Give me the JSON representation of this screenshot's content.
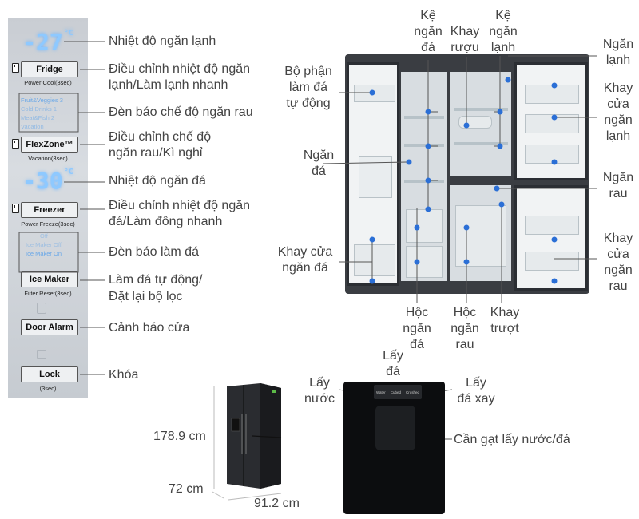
{
  "panel": {
    "fridge_temp": "-27",
    "freezer_temp": "-30",
    "deg_symbol": "°C",
    "fridge_button": "Fridge",
    "fridge_sub": "Power Cool(3sec)",
    "veg_modes": [
      "Fruit&Veggies 3",
      "Cold Drinks 1",
      "Meat&Fish 2",
      "Vacation"
    ],
    "flexzone_button": "FlexZone™",
    "flexzone_sub": "Vacation(3sec)",
    "freezer_button": "Freezer",
    "freezer_sub": "Power Freeze(3sec)",
    "ice_modes": [
      "Off",
      "Ice Maker Off",
      "Ice Maker On"
    ],
    "icemaker_button": "Ice Maker",
    "icemaker_sub": "Filter Reset(3sec)",
    "dooralarm_button": "Door Alarm",
    "lock_button": "Lock",
    "lock_sub": "(3sec)"
  },
  "panel_labels": {
    "fridge_temp": "Nhiệt độ ngăn lạnh",
    "fridge_adjust_1": "Điều chỉnh nhiệt độ ngăn",
    "fridge_adjust_2": "lạnh/Làm lạnh nhanh",
    "veg_light": "Đèn báo chế độ ngăn rau",
    "veg_adjust_1": "Điều chỉnh chế độ",
    "veg_adjust_2": "ngăn rau/Kì nghỉ",
    "freezer_temp": "Nhiệt độ ngăn đá",
    "freezer_adjust_1": "Điều chỉnh nhiệt độ ngăn",
    "freezer_adjust_2": "đá/Làm đông nhanh",
    "ice_light": "Đèn báo làm đá",
    "ice_auto_1": "Làm đá tự động/",
    "ice_auto_2": "Đặt lại bộ lọc",
    "door_alarm": "Cảnh báo cửa",
    "lock": "Khóa"
  },
  "fridge_labels": {
    "icemaker_1": "Bộ phận",
    "icemaker_2": "làm đá",
    "icemaker_3": "tự động",
    "freezer_shelf_1": "Kệ",
    "freezer_shelf_2": "ngăn",
    "freezer_shelf_3": "đá",
    "wine_1": "Khay",
    "wine_2": "rượu",
    "fridge_shelf_1": "Kệ",
    "fridge_shelf_2": "ngăn",
    "fridge_shelf_3": "lạnh",
    "fridge_comp_1": "Ngăn",
    "fridge_comp_2": "lạnh",
    "fridge_door_1": "Khay",
    "fridge_door_2": "cửa",
    "fridge_door_3": "ngăn",
    "fridge_door_4": "lạnh",
    "freezer_comp_1": "Ngăn",
    "freezer_comp_2": "đá",
    "veg_1": "Ngăn",
    "veg_2": "rau",
    "freezer_door_1": "Khay cửa",
    "freezer_door_2": "ngăn đá",
    "veg_door_1": "Khay",
    "veg_door_2": "cửa",
    "veg_door_3": "ngăn",
    "veg_door_4": "rau",
    "freezer_drawer_1": "Hộc",
    "freezer_drawer_2": "ngăn",
    "freezer_drawer_3": "đá",
    "veg_drawer_1": "Hộc",
    "veg_drawer_2": "ngăn",
    "veg_drawer_3": "rau",
    "slide_tray_1": "Khay",
    "slide_tray_2": "trượt"
  },
  "dimensions": {
    "height": "178.9 cm",
    "depth": "72 cm",
    "width": "91.2 cm"
  },
  "dispenser_labels": {
    "ice_1": "Lấy",
    "ice_2": "đá",
    "water_1": "Lấy",
    "water_2": "nước",
    "crushed_1": "Lấy",
    "crushed_2": "đá xay",
    "lever": "Cần gạt lấy nước/đá",
    "buttons": [
      "Water",
      "Cubed",
      "Crushed"
    ]
  },
  "colors": {
    "callout_dot": "#2b6fd6",
    "panel_digits": "#8ec9ff",
    "fridge_body": "#3a3d42"
  }
}
